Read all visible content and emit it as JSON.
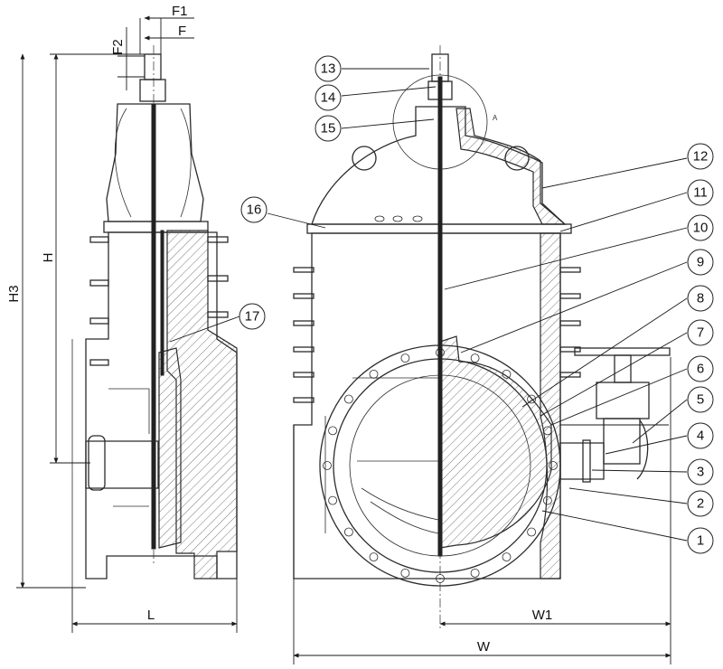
{
  "dimensions": {
    "f1": "F1",
    "f2": "F2",
    "f": "F",
    "h": "H",
    "h3": "H3",
    "l": "L",
    "w1": "W1",
    "w": "W"
  },
  "detail_marker": "A",
  "balloons": [
    "1",
    "2",
    "3",
    "4",
    "5",
    "6",
    "7",
    "8",
    "9",
    "10",
    "11",
    "12",
    "13",
    "14",
    "15",
    "16",
    "17"
  ]
}
